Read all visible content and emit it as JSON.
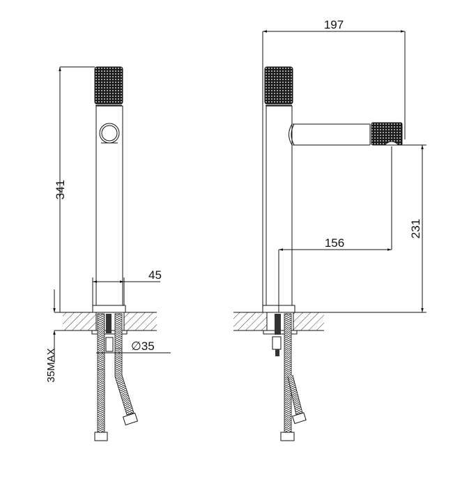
{
  "diagram": {
    "type": "technical-drawing",
    "subject": "single-lever tall basin mixer faucet",
    "views": [
      {
        "name": "front-view",
        "dimensions": {
          "overall_height": "341",
          "body_width": "45",
          "hole_diameter": "∅35",
          "max_counter_thickness": "35MAX"
        }
      },
      {
        "name": "side-view",
        "dimensions": {
          "overall_depth": "197",
          "spout_reach": "156",
          "spout_height": "231"
        }
      }
    ],
    "colors": {
      "line": "#111111",
      "background": "#ffffff",
      "knurl": "#1a1a1a"
    }
  }
}
